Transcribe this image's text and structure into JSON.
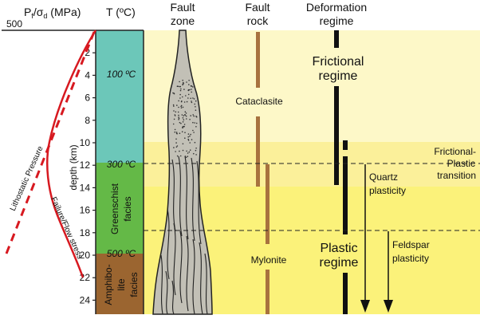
{
  "headers": {
    "stress": "Pf/σd (MPa)",
    "stress_base": "P",
    "stress_sub1": "f",
    "stress_slash": "/σ",
    "stress_sub2": "d",
    "stress_unit": " (MPa)",
    "temperature": "T (ºC)",
    "fault_zone_1": "Fault",
    "fault_zone_2": "zone",
    "fault_rock_1": "Fault",
    "fault_rock_2": "rock",
    "deformation_1": "Deformation",
    "deformation_2": "regime"
  },
  "stress_max_label": "500",
  "depth_axis": {
    "label": "depth (km)",
    "ticks": [
      "2",
      "4",
      "6",
      "8",
      "10",
      "12",
      "14",
      "16",
      "18",
      "20",
      "22",
      "24"
    ]
  },
  "temperature_labels": {
    "t100": "100 ºC",
    "t300": "300 ºC",
    "t500": "500 ºC"
  },
  "facies": {
    "greenschist_1": "Greenschist",
    "greenschist_2": "facies",
    "amphibolite_1": "Amphibo-",
    "amphibolite_2": "lite",
    "amphibolite_3": "facies"
  },
  "curves": {
    "lithostatic": "Lithostatic Pressure",
    "failure": "Failure/Flow stress"
  },
  "fault_rocks": {
    "cataclasite": "Cataclasite",
    "mylonite": "Mylonite"
  },
  "regimes": {
    "frictional_1": "Frictional",
    "frictional_2": "regime",
    "plastic_1": "Plastic",
    "plastic_2": "regime",
    "transition_1": "Frictional-",
    "transition_2": "Plastic",
    "transition_3": "transition"
  },
  "plasticity": {
    "quartz_1": "Quartz",
    "quartz_2": "plasticity",
    "feldspar_1": "Feldspar",
    "feldspar_2": "plasticity"
  },
  "colors": {
    "frictional_bg": "#fdf8c8",
    "transition_bg": "#fbf09a",
    "plastic_bg": "#fbf27a",
    "teal_zone": "#6cc7b9",
    "green_zone": "#64b947",
    "brown_zone": "#9b6530",
    "fault_gray": "#c2c0b6",
    "rock_bar": "#a8723e",
    "curve_red": "#d71920"
  }
}
